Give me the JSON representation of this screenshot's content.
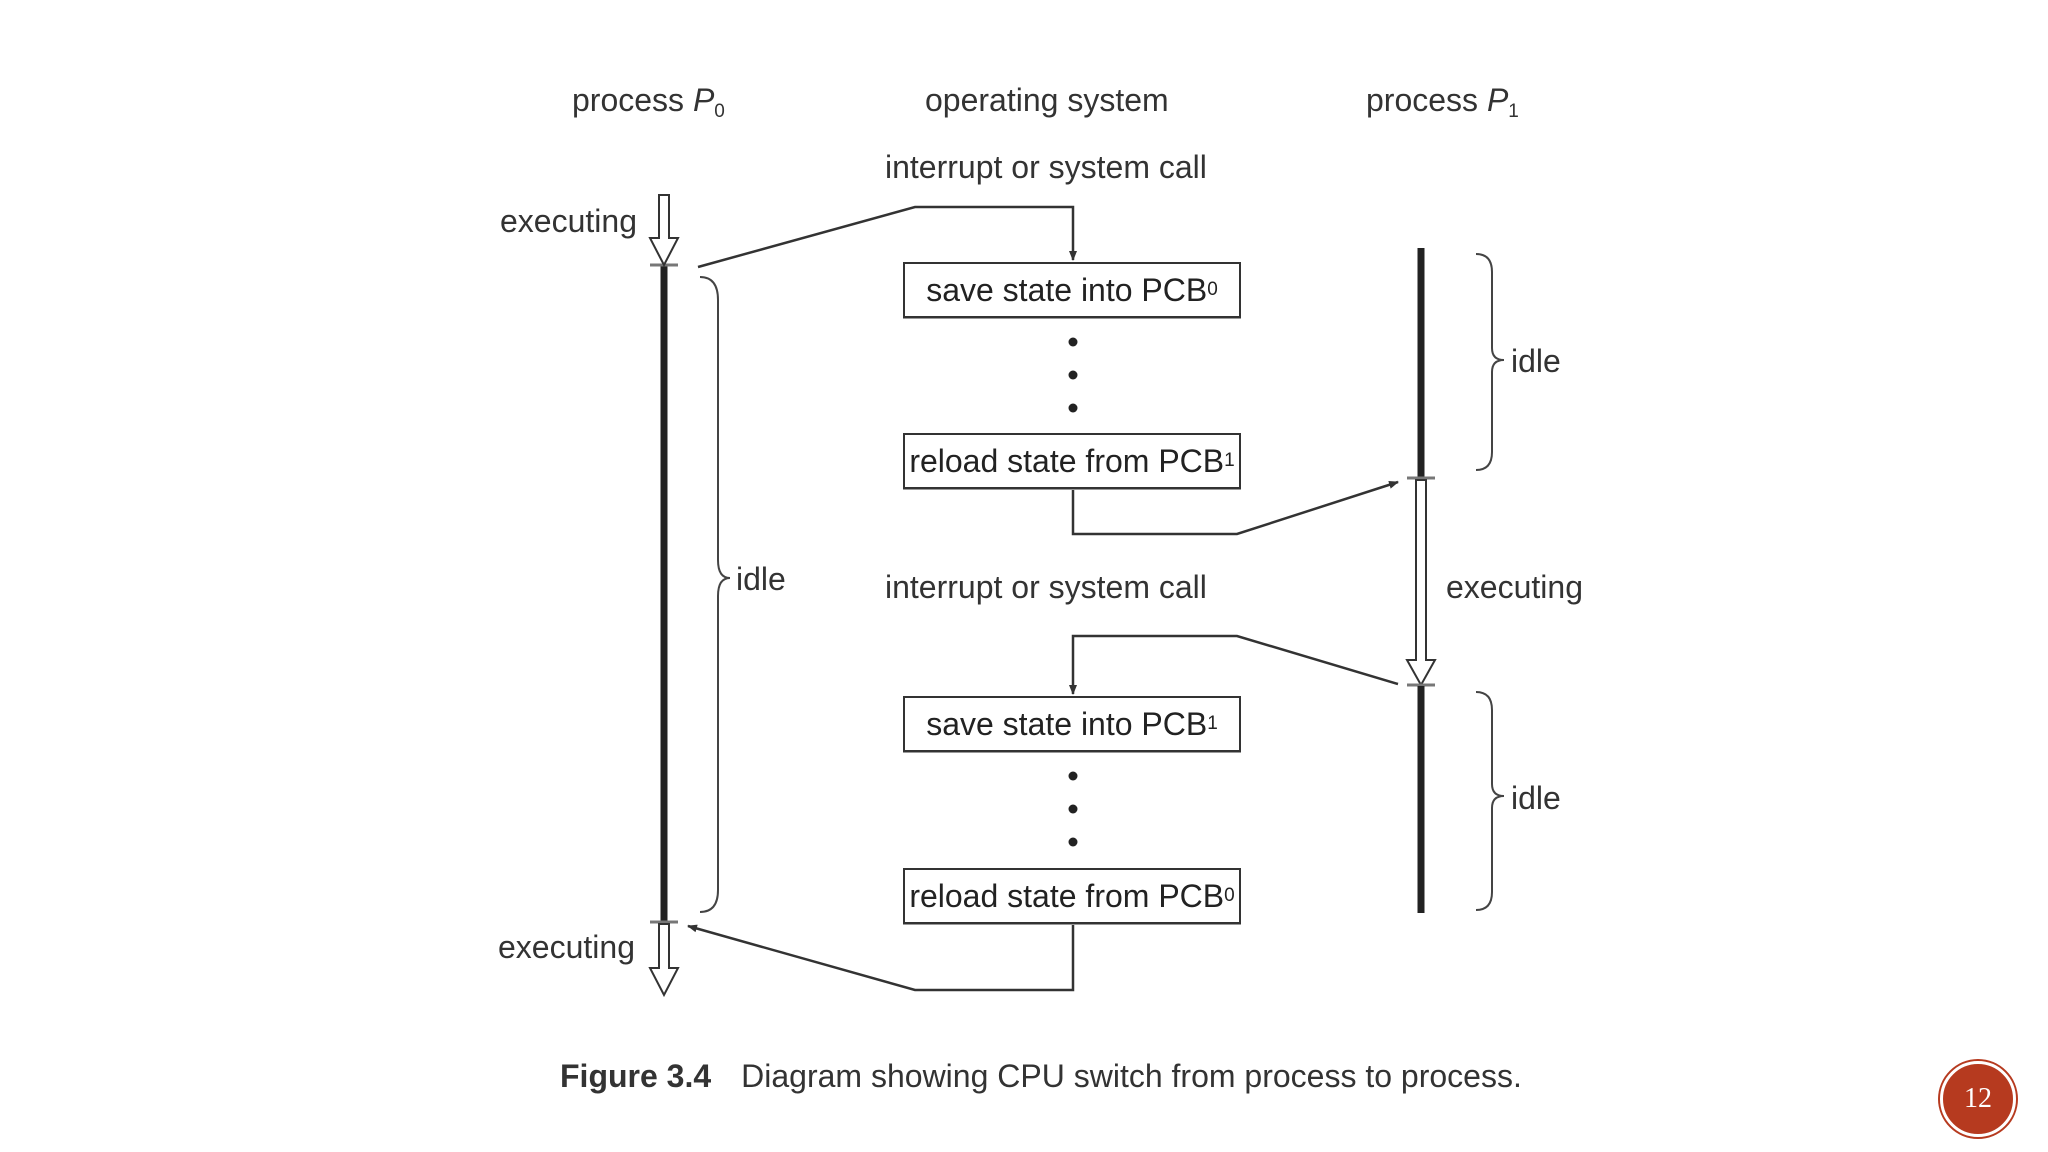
{
  "header": {
    "p0_word": "process",
    "p0_symbol": "P",
    "p0_sub": "0",
    "os": "operating system",
    "p1_word": "process",
    "p1_symbol": "P",
    "p1_sub": "1"
  },
  "labels": {
    "interrupt_top": "interrupt or system call",
    "interrupt_mid": "interrupt or system call",
    "p0_executing_top": "executing",
    "p0_executing_bottom": "executing",
    "p0_idle": "idle",
    "p1_idle_top": "idle",
    "p1_executing": "executing",
    "p1_idle_bottom": "idle"
  },
  "boxes": [
    {
      "text": "save state into PCB",
      "sub": "0"
    },
    {
      "text": "reload state from PCB",
      "sub": "1"
    },
    {
      "text": "save state into PCB",
      "sub": "1"
    },
    {
      "text": "reload state from PCB",
      "sub": "0"
    }
  ],
  "caption": {
    "figure": "Figure 3.4",
    "text": "Diagram showing CPU switch from process to process."
  },
  "page_number": "12",
  "colors": {
    "ink": "#333333",
    "badge": "#b63a1f"
  }
}
